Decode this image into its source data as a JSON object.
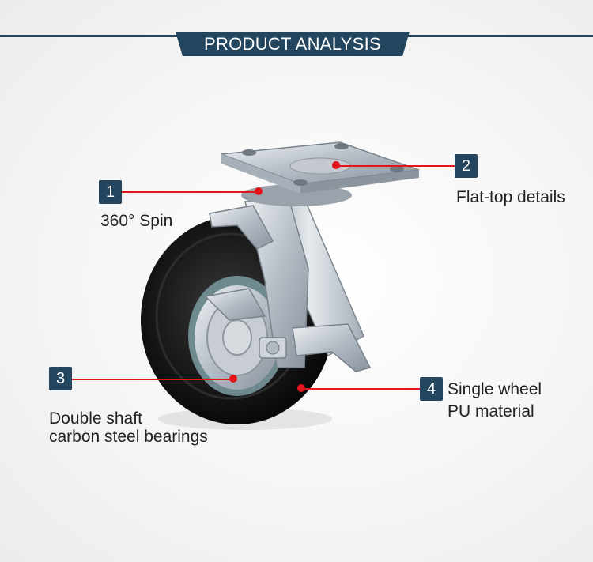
{
  "header": {
    "title": "PRODUCT ANALYSIS"
  },
  "callouts": [
    {
      "number": "1",
      "lines": [
        "360° Spin"
      ]
    },
    {
      "number": "2",
      "lines": [
        "Flat-top details"
      ]
    },
    {
      "number": "3",
      "lines": [
        "Double shaft",
        "carbon steel bearings"
      ]
    },
    {
      "number": "4",
      "lines": [
        "Single wheel",
        "PU material"
      ]
    }
  ],
  "colors": {
    "header": "#24455e",
    "leader": "#e3141c",
    "wheel": "#151515",
    "plate": "#b9c0c8"
  },
  "image": {
    "subject": "swivel caster wheel with brake"
  }
}
